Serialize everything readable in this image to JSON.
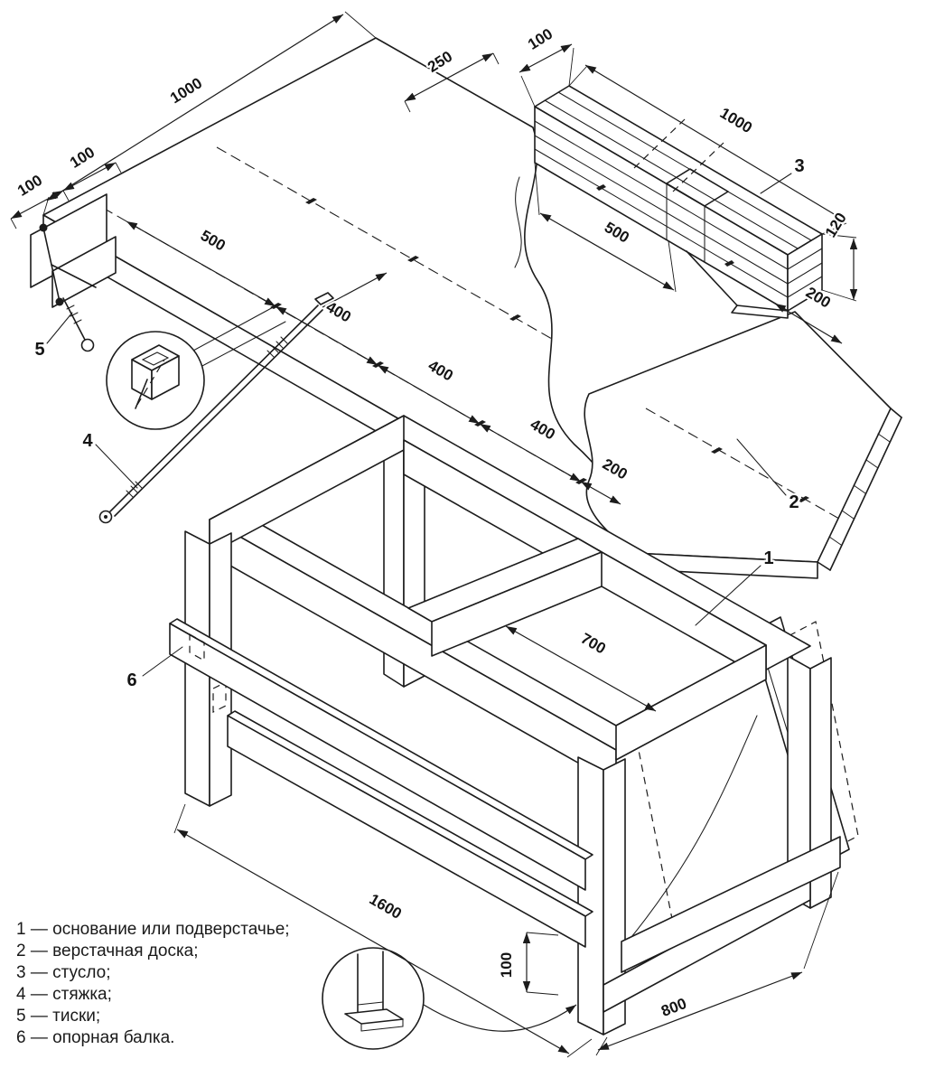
{
  "page": {
    "background": "#ffffff",
    "ink": "#1c1c1c",
    "description": "Exploded isometric assembly drawing of a carpentry workbench"
  },
  "dimensions": {
    "top_board_width": "1000",
    "top_250": "250",
    "top_100": "100",
    "left_100_a": "100",
    "left_100_b": "100",
    "holes_500": "500",
    "holes_400_a": "400",
    "holes_400_b": "400",
    "holes_400_c": "400",
    "holes_200": "200",
    "miter_1000": "1000",
    "miter_500": "500",
    "miter_120": "120",
    "miter_200": "200",
    "frame_700": "700",
    "frame_1600": "1600",
    "leg_100": "100",
    "frame_800": "800"
  },
  "callouts": {
    "part_1": "1",
    "part_2": "2",
    "part_3": "3",
    "part_4": "4",
    "part_5": "5",
    "part_6": "6"
  },
  "legend": {
    "items": [
      "1 — основание или подверстачье;",
      "2 — верстачная доска;",
      "3 — стусло;",
      "4 — стяжка;",
      "5 — тиски;",
      "6 — опорная балка."
    ]
  }
}
